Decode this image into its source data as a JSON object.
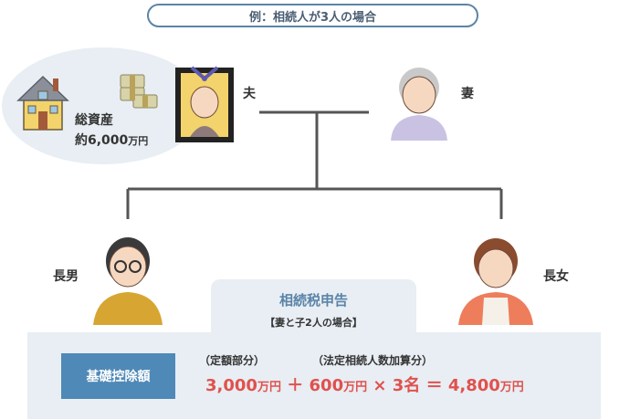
{
  "header": {
    "title": "例：相続人が3人の場合"
  },
  "assets": {
    "line1": "総資産",
    "amount": "約6,000",
    "unit": "万円"
  },
  "family": {
    "husband": "夫",
    "wife": "妻",
    "eldest_son": "長男",
    "eldest_daughter": "長女"
  },
  "tax": {
    "title": "相続税申告",
    "subtitle": "【妻と子2人の場合】",
    "deduction_label": "基礎控除額",
    "fixed_caption": "（定額部分）",
    "statutory_caption": "（法定相続人数加算分）",
    "fixed_amount": "3,000",
    "per_heir_amount": "600",
    "heirs_count": "3名",
    "total_amount": "4,800",
    "unit": "万円",
    "plus": "＋",
    "times": "×",
    "equals": "＝"
  },
  "colors": {
    "accent": "#4f89b7",
    "highlight": "#e0514e",
    "panel": "#e8eef3"
  }
}
